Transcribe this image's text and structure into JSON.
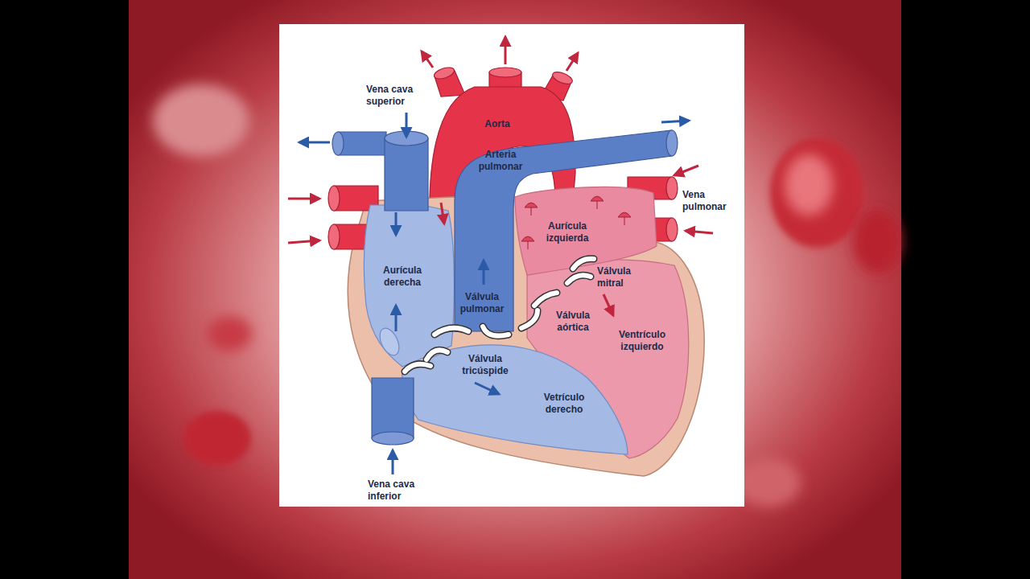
{
  "diagram": {
    "labels": [
      "Vena cava superior",
      "Aorta",
      "Arteria pulmonar",
      "Vena pulmonar",
      "Aurícula izquierda",
      "Aurícula derecha",
      "Válvula mitral",
      "Válvula pulmonar",
      "Válvula aórtica",
      "Ventrículo izquierdo",
      "Válvula tricúspide",
      "Vetrículo derecho",
      "Vena cava inferior"
    ]
  }
}
